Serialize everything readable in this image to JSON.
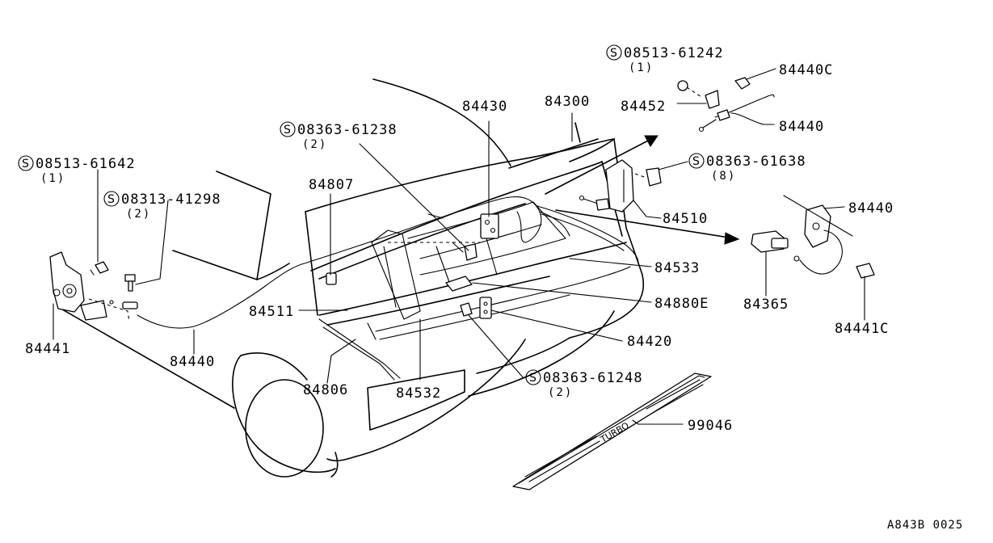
{
  "diagram": {
    "drawing_code": "A843B 0025",
    "screw_symbol": "S",
    "badge_text": "TURBO",
    "labels": {
      "p84300": "84300",
      "p84430": "84430",
      "p84452": "84452",
      "p84440c": "84440C",
      "p84440_top": "84440",
      "p84440_right": "84440",
      "p84440_bottom": "84440",
      "p84510": "84510",
      "p84533": "84533",
      "p84880e": "84880E",
      "p84365": "84365",
      "p84441c": "84441C",
      "p84420": "84420",
      "p84807": "84807",
      "p84511": "84511",
      "p84806": "84806",
      "p84532": "84532",
      "p84441": "84441",
      "p99046": "99046"
    },
    "fasteners": [
      {
        "part": "08513-61242",
        "qty": "(1)"
      },
      {
        "part": "08363-61238",
        "qty": "(2)"
      },
      {
        "part": "08363-61638",
        "qty": "(8)"
      },
      {
        "part": "08513-61642",
        "qty": "(1)"
      },
      {
        "part": "08313-41298",
        "qty": "(2)"
      },
      {
        "part": "08363-61248",
        "qty": "(2)"
      }
    ]
  }
}
